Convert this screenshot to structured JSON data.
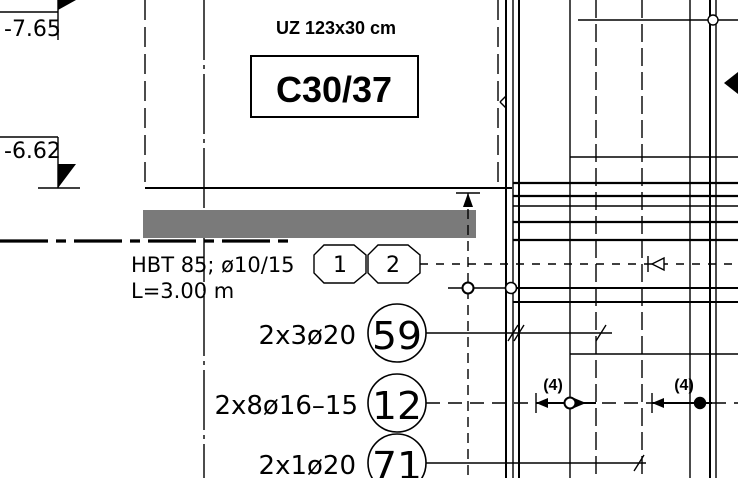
{
  "drawing": {
    "levels": {
      "upper": "-7.65",
      "lower": "-6.62"
    },
    "section": {
      "title": "UZ 123x30 cm",
      "concrete_class": "C30/37"
    },
    "element_note": {
      "line1": "HBT  85; ø10/15",
      "line2": "L=3.00  m",
      "tags": [
        "1",
        "2"
      ]
    },
    "bar_callouts": [
      {
        "spec": "2x3ø20",
        "mark": "59"
      },
      {
        "spec": "2x8ø16–15",
        "mark": "12"
      },
      {
        "spec": "2x1ø20",
        "mark": "71"
      }
    ],
    "spacing_labels": [
      "(4)",
      "(4)"
    ],
    "colors": {
      "line": "#000000",
      "slab_fill": "#7a7a7a",
      "background": "#ffffff"
    }
  }
}
